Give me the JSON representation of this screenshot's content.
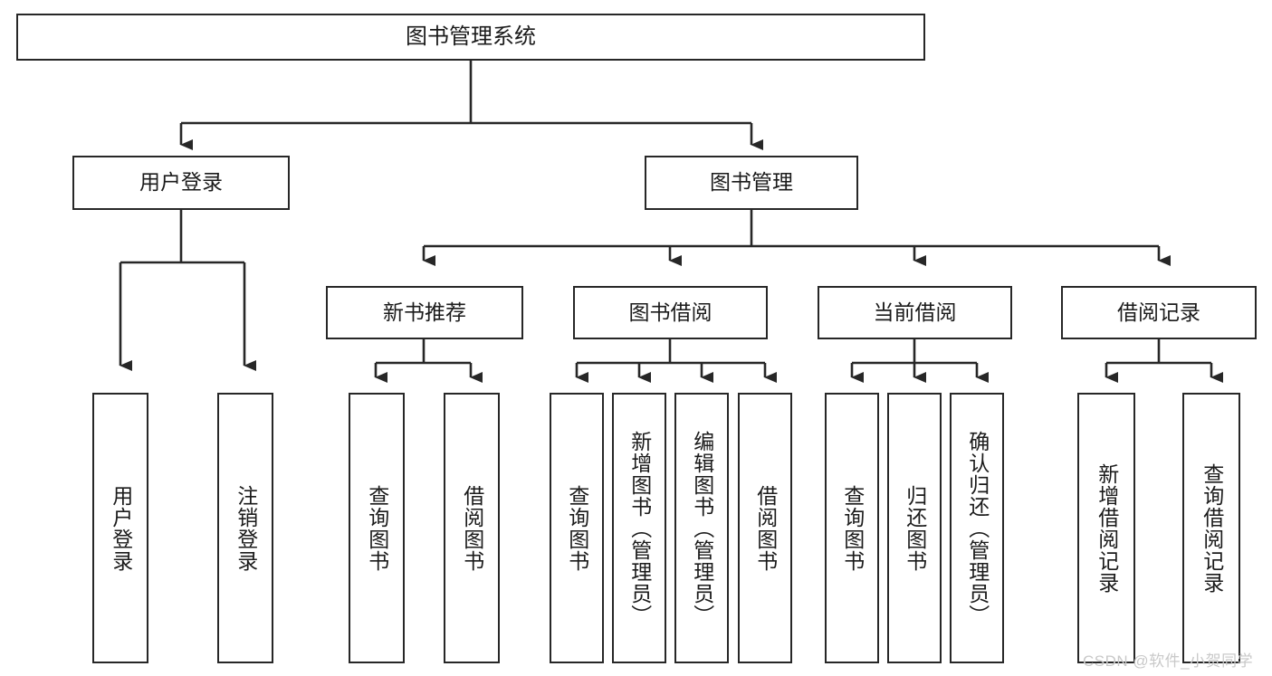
{
  "diagram": {
    "title": "图书管理系统",
    "type": "tree-hierarchy-chart",
    "colors": {
      "box_border": "#272727",
      "box_fill": "#ffffff",
      "connector": "#272727",
      "watermark": "#c9c9c9",
      "background": "#ffffff"
    },
    "watermark": "CSDN @软件_小贺同学",
    "root": {
      "id": "root",
      "label": "图书管理系统"
    },
    "level2": [
      {
        "id": "user-login",
        "label": "用户登录"
      },
      {
        "id": "book-management",
        "label": "图书管理"
      }
    ],
    "level3": [
      {
        "id": "new-book-recommend",
        "label": "新书推荐",
        "parent": "book-management"
      },
      {
        "id": "book-borrow",
        "label": "图书借阅",
        "parent": "book-management"
      },
      {
        "id": "current-borrow",
        "label": "当前借阅",
        "parent": "book-management"
      },
      {
        "id": "borrow-record",
        "label": "借阅记录",
        "parent": "book-management"
      }
    ],
    "leaves": [
      {
        "id": "leaf-user-login",
        "label": "用户登录",
        "parent": "user-login"
      },
      {
        "id": "leaf-user-logout",
        "label": "注销登录",
        "parent": "user-login"
      },
      {
        "id": "leaf-query-book-1",
        "label": "查询图书",
        "parent": "new-book-recommend"
      },
      {
        "id": "leaf-borrow-book-1",
        "label": "借阅图书",
        "parent": "new-book-recommend"
      },
      {
        "id": "leaf-query-book-2",
        "label": "查询图书",
        "parent": "book-borrow"
      },
      {
        "id": "leaf-add-book",
        "label": "新增图书（管理员）",
        "parent": "book-borrow"
      },
      {
        "id": "leaf-edit-book",
        "label": "编辑图书（管理员）",
        "parent": "book-borrow"
      },
      {
        "id": "leaf-borrow-book-2",
        "label": "借阅图书",
        "parent": "book-borrow"
      },
      {
        "id": "leaf-query-book-3",
        "label": "查询图书",
        "parent": "current-borrow"
      },
      {
        "id": "leaf-return-book",
        "label": "归还图书",
        "parent": "current-borrow"
      },
      {
        "id": "leaf-confirm-return",
        "label": "确认归还（管理员）",
        "parent": "current-borrow"
      },
      {
        "id": "leaf-add-record",
        "label": "新增借阅记录",
        "parent": "borrow-record"
      },
      {
        "id": "leaf-query-record",
        "label": "查询借阅记录",
        "parent": "borrow-record"
      }
    ]
  }
}
